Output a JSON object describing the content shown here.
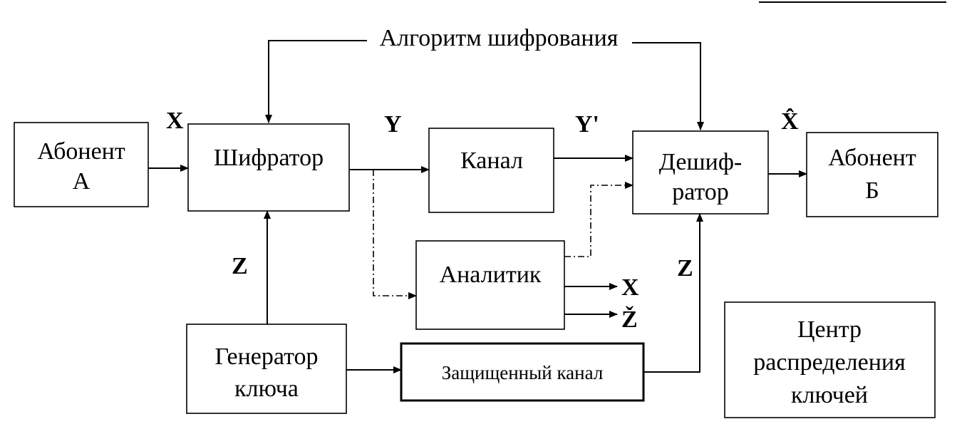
{
  "title": "Алгоритм шифрования",
  "blocks": {
    "abonent_a": [
      "Абонент",
      "А"
    ],
    "encoder": "Шифратор",
    "channel": "Канал",
    "decoder": [
      "Дешиф-",
      "ратор"
    ],
    "abonent_b": [
      "Абонент",
      "Б"
    ],
    "analyst": "Аналитик",
    "key_generator": [
      "Генератор",
      "ключа"
    ],
    "secure_channel": "Защищенный канал",
    "key_center": [
      "Центр",
      "распределения",
      "ключей"
    ]
  },
  "signals": {
    "x_in": "X",
    "y": "Y",
    "y_prime": "Y'",
    "x_hat": "X̂",
    "z_left": "Z",
    "z_right": "Z",
    "analyst_x": "X",
    "analyst_z": "Ž"
  }
}
